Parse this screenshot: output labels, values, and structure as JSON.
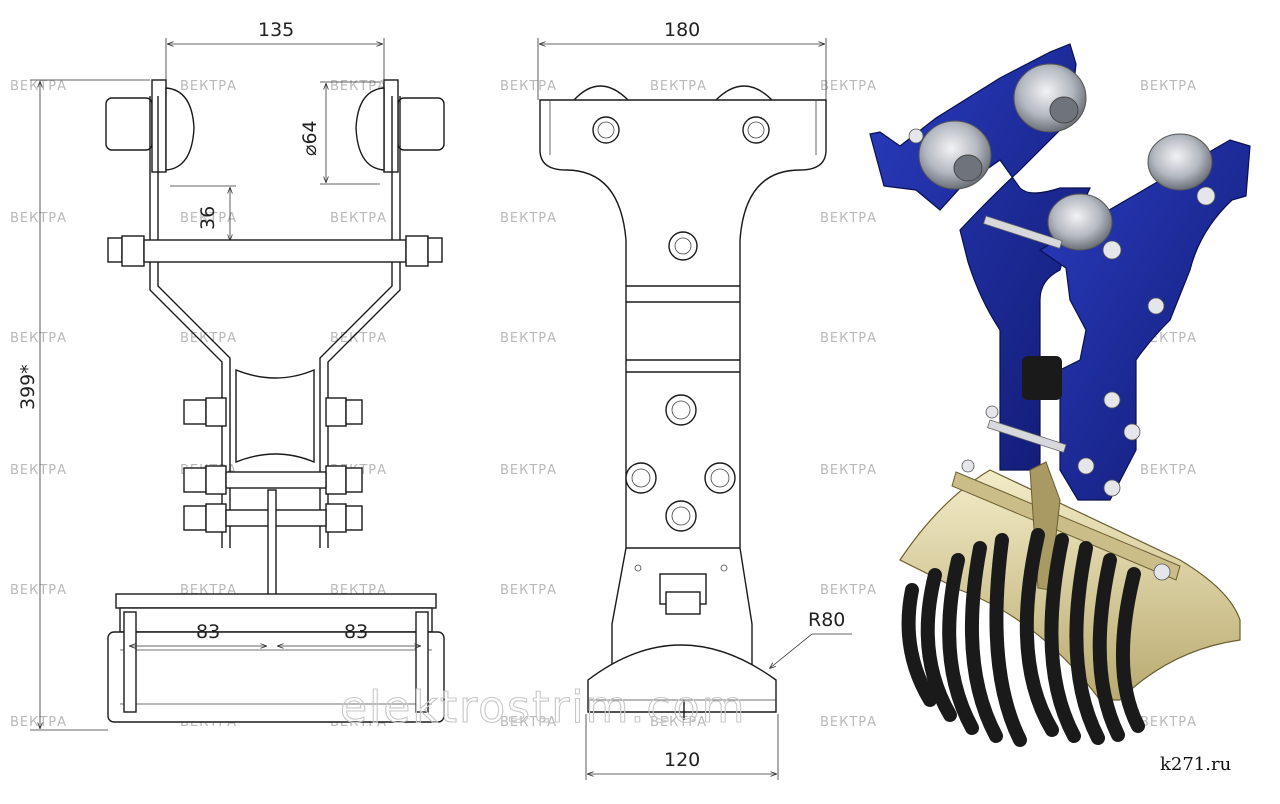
{
  "watermark": "ВЕКТРА",
  "site_watermark": "elektrostrim.com",
  "source_label": "k271.ru",
  "dimensions": {
    "width_top": "135",
    "wheel_diameter": "⌀64",
    "wheel_gap": "36",
    "height_total": "399*",
    "half_left": "83",
    "half_right": "83",
    "width_side": "180",
    "radius": "R80",
    "width_bottom": "120"
  },
  "colors": {
    "plate": "#1f2f9a",
    "plate_dark": "#121b66",
    "wheel": "#b8bcc4",
    "clamp": "#e7dcae",
    "cable": "#1b1b1b"
  }
}
